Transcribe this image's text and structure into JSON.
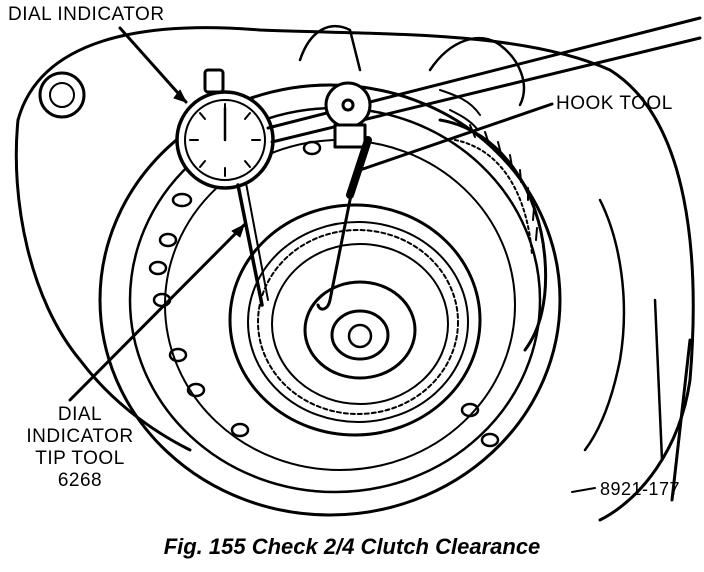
{
  "labels": {
    "dial_indicator": "DIAL INDICATOR",
    "hook_tool": "HOOK TOOL",
    "tip_tool_lines": [
      "DIAL",
      "INDICATOR",
      "TIP TOOL",
      "6268"
    ],
    "figure_number": "8921-177"
  },
  "caption": "Fig. 155 Check 2/4 Clutch Clearance"
}
